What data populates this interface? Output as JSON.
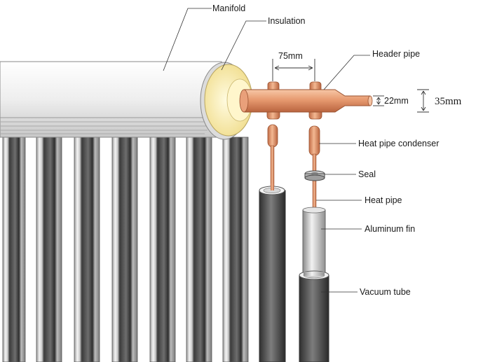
{
  "diagram": {
    "labels": {
      "manifold": "Manifold",
      "insulation": "Insulation",
      "header_pipe": "Header pipe",
      "spacing": "75mm",
      "pipe_inner": "22mm",
      "pipe_outer": "35mm",
      "heat_pipe_condenser": "Heat pipe condenser",
      "seal": "Seal",
      "heat_pipe": "Heat pipe",
      "aluminum_fin": "Aluminum fin",
      "vacuum_tube": "Vacuum tube"
    },
    "colors": {
      "copper": "#e8a07a",
      "tube_dark": "#3a3a3a",
      "tube_glass": "#bdbdbd",
      "insulation": "#f6e7a3",
      "manifold": "#ececec"
    }
  }
}
